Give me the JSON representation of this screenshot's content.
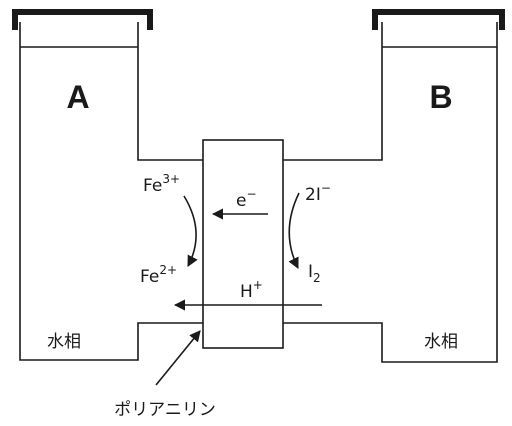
{
  "labels": {
    "compartment_a": "A",
    "compartment_b": "B",
    "aqueous_left": "水相",
    "aqueous_right": "水相",
    "membrane": "ポリアニリン",
    "electron": "e",
    "electron_charge": "−",
    "proton": "H",
    "proton_charge": "+",
    "fe3_base": "Fe",
    "fe3_charge": "3+",
    "fe2_base": "Fe",
    "fe2_charge": "2+",
    "iodide_base": "2I",
    "iodide_charge": "−",
    "iodine_base": "I",
    "iodine_sub": "2"
  }
}
